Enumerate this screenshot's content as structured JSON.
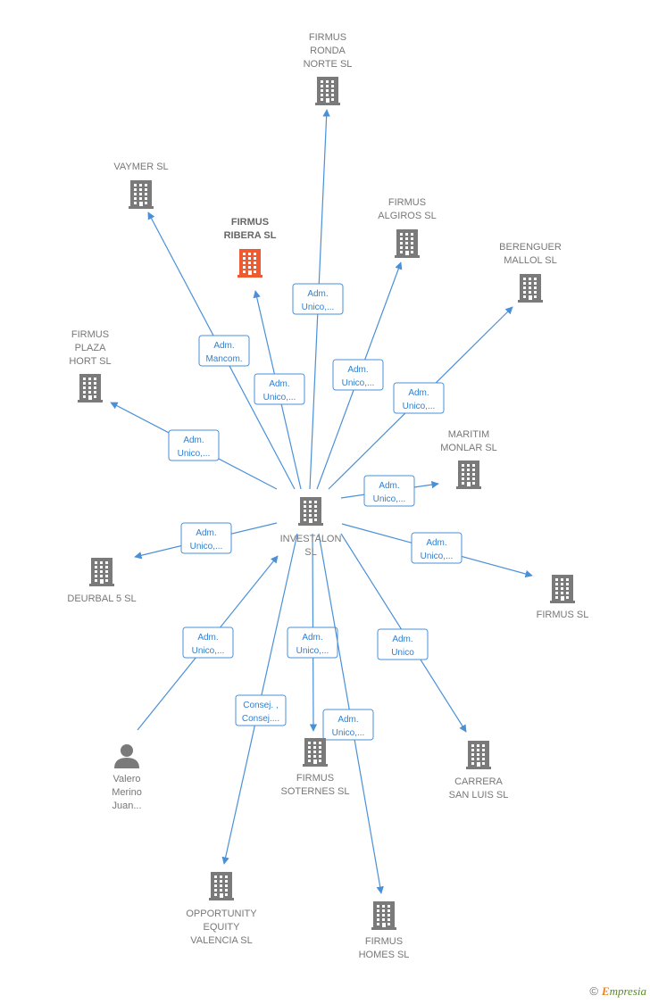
{
  "colors": {
    "edge": "#4a90d9",
    "node_icon": "#7a7a7a",
    "focus_icon": "#f05a30",
    "label": "#777777"
  },
  "nodes": [
    {
      "id": "investalon",
      "label": [
        "INVESTALON",
        "SL"
      ],
      "icon": "building-icon",
      "focus": false
    },
    {
      "id": "ronda",
      "label": [
        "FIRMUS",
        "RONDA",
        "NORTE  SL"
      ],
      "icon": "building-icon",
      "focus": false
    },
    {
      "id": "vaymer",
      "label": [
        "VAYMER SL"
      ],
      "icon": "building-icon",
      "focus": false
    },
    {
      "id": "ribera",
      "label": [
        "FIRMUS",
        "RIBERA  SL"
      ],
      "icon": "building-icon",
      "focus": true
    },
    {
      "id": "algiros",
      "label": [
        "FIRMUS",
        "ALGIROS  SL"
      ],
      "icon": "building-icon",
      "focus": false
    },
    {
      "id": "berenguer",
      "label": [
        "BERENGUER",
        "MALLOL  SL"
      ],
      "icon": "building-icon",
      "focus": false
    },
    {
      "id": "plaza",
      "label": [
        "FIRMUS",
        "PLAZA",
        "HORT  SL"
      ],
      "icon": "building-icon",
      "focus": false
    },
    {
      "id": "maritim",
      "label": [
        "MARITIM",
        "MONLAR  SL"
      ],
      "icon": "building-icon",
      "focus": false
    },
    {
      "id": "deurbal",
      "label": [
        "DEURBAL 5 SL"
      ],
      "icon": "building-icon",
      "focus": false
    },
    {
      "id": "firmussl",
      "label": [
        "FIRMUS  SL"
      ],
      "icon": "building-icon",
      "focus": false
    },
    {
      "id": "valero",
      "label": [
        "Valero",
        "Merino",
        "Juan..."
      ],
      "icon": "person-icon",
      "focus": false
    },
    {
      "id": "soternes",
      "label": [
        "FIRMUS",
        "SOTERNES  SL"
      ],
      "icon": "building-icon",
      "focus": false
    },
    {
      "id": "carrera",
      "label": [
        "CARRERA",
        "SAN LUIS  SL"
      ],
      "icon": "building-icon",
      "focus": false
    },
    {
      "id": "opportunity",
      "label": [
        "OPPORTUNITY",
        "EQUITY",
        "VALENCIA  SL"
      ],
      "icon": "building-icon",
      "focus": false
    },
    {
      "id": "homes",
      "label": [
        "FIRMUS",
        "HOMES  SL"
      ],
      "icon": "building-icon",
      "focus": false
    }
  ],
  "edges": [
    {
      "from": "investalon",
      "to": "ronda",
      "label": [
        "Adm.",
        "Unico,..."
      ]
    },
    {
      "from": "investalon",
      "to": "vaymer",
      "label": [
        "Adm.",
        "Mancom."
      ]
    },
    {
      "from": "investalon",
      "to": "ribera",
      "label": [
        "Adm.",
        "Unico,..."
      ]
    },
    {
      "from": "investalon",
      "to": "algiros",
      "label": [
        "Adm.",
        "Unico,..."
      ]
    },
    {
      "from": "investalon",
      "to": "berenguer",
      "label": [
        "Adm.",
        "Unico,..."
      ]
    },
    {
      "from": "investalon",
      "to": "plaza",
      "label": [
        "Adm.",
        "Unico,..."
      ]
    },
    {
      "from": "investalon",
      "to": "maritim",
      "label": [
        "Adm.",
        "Unico,..."
      ]
    },
    {
      "from": "investalon",
      "to": "deurbal",
      "label": [
        "Adm.",
        "Unico,..."
      ]
    },
    {
      "from": "investalon",
      "to": "firmussl",
      "label": [
        "Adm.",
        "Unico,..."
      ]
    },
    {
      "from": "valero",
      "to": "investalon",
      "label": [
        "Adm.",
        "Unico,..."
      ]
    },
    {
      "from": "investalon",
      "to": "soternes",
      "label": [
        "Adm.",
        "Unico,..."
      ]
    },
    {
      "from": "investalon",
      "to": "carrera",
      "label": [
        "Adm.",
        "Unico"
      ]
    },
    {
      "from": "investalon",
      "to": "opportunity",
      "label": [
        "Consej. ,",
        "Consej...."
      ]
    },
    {
      "from": "investalon",
      "to": "homes",
      "label": [
        "Adm.",
        "Unico,..."
      ]
    }
  ],
  "footer": {
    "copyright": "©",
    "brand_initial": "E",
    "brand_rest": "mpresia"
  }
}
